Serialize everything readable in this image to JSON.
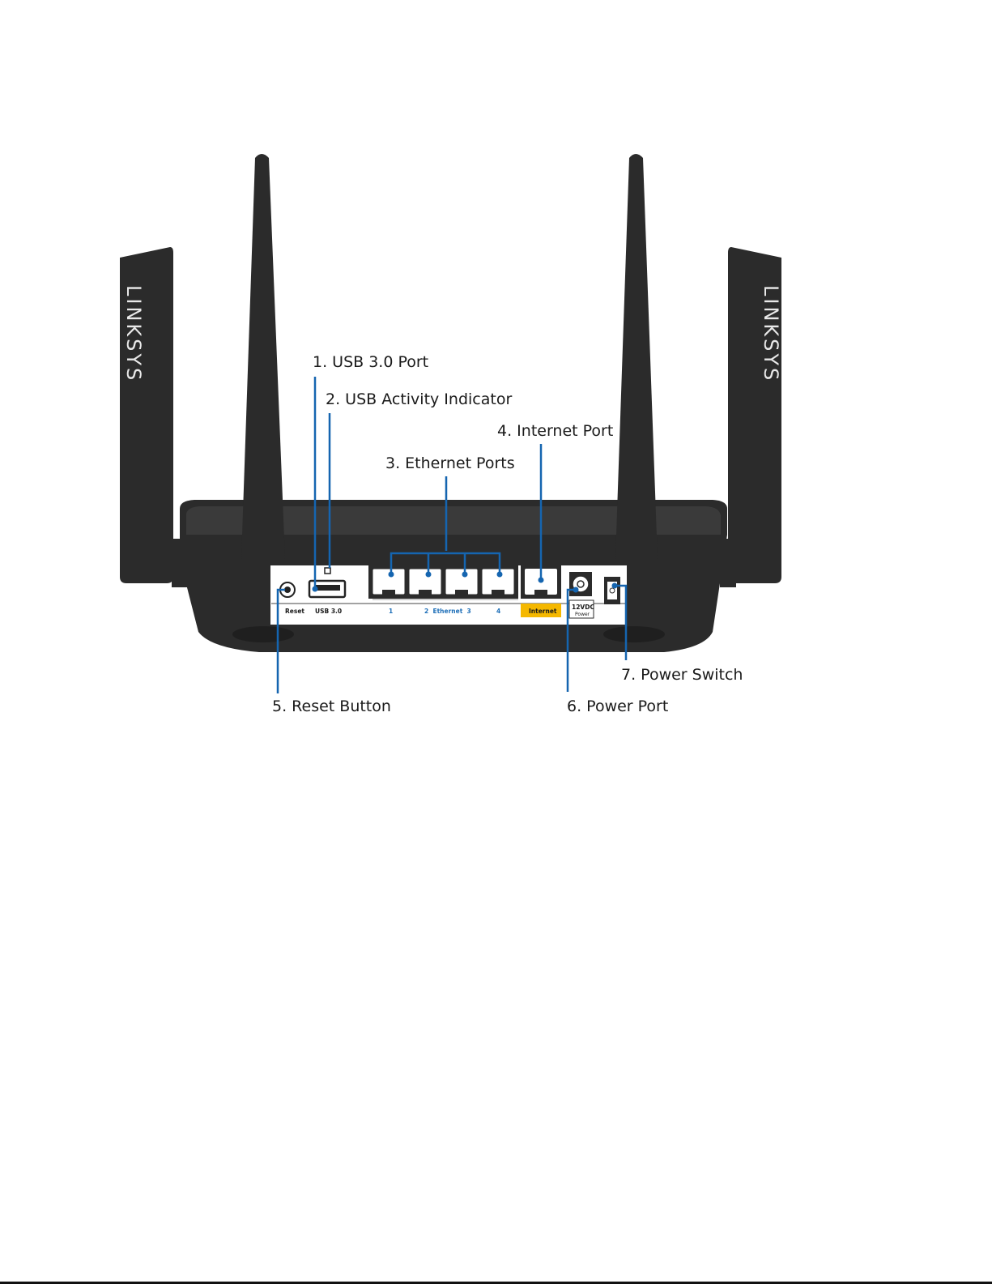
{
  "brand": "LINKSYS",
  "callouts": {
    "usb_port": "1. USB 3.0 Port",
    "usb_indicator": "2. USB Activity Indicator",
    "ethernet_ports": "3. Ethernet Ports",
    "internet_port": "4. Internet Port",
    "reset_button": "5. Reset Button",
    "power_port": "6. Power Port",
    "power_switch": "7. Power Switch"
  },
  "panel_labels": {
    "reset": "Reset",
    "usb": "USB 3.0",
    "eth1": "1",
    "eth23": "2  Ethernet  3",
    "eth4": "4",
    "internet": "Internet",
    "dc": "12VDC",
    "power": "Power"
  },
  "colors": {
    "leader_lines": "#1565b0",
    "internet_label_bg": "#f5b800",
    "router_body": "#2b2b2b"
  }
}
